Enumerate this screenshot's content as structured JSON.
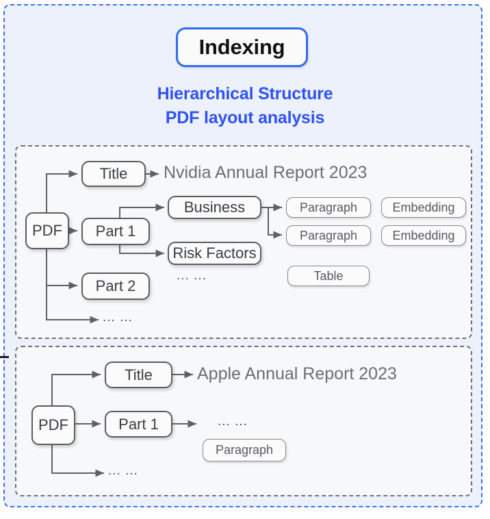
{
  "header": {
    "chip_label": "Indexing",
    "subtitle_line1": "Hierarchical Structure",
    "subtitle_line2": "PDF layout analysis"
  },
  "colors": {
    "outer_border": "#3b6ef5",
    "outer_background": "#edf1fb",
    "chip_border": "#2f6bf0",
    "subtitle_text": "#2f53f0",
    "panel_border": "#6f7175",
    "panel_background": "#f7f8fa",
    "node_border": "#5a5c60",
    "node_background": "#fbfbfb",
    "connector": "#5f6164",
    "muted_text": "#6d6e72"
  },
  "panels": [
    {
      "id": "nvidia-panel",
      "document_title": "Nvidia Annual Report 2023",
      "nodes": {
        "root": "PDF",
        "title": "Title",
        "part1": "Part 1",
        "part2": "Part 2",
        "business": "Business",
        "risk_factors": "Risk Factors",
        "paragraph_1": "Paragraph",
        "paragraph_2": "Paragraph",
        "embedding_1": "Embedding",
        "embedding_2": "Embedding",
        "table": "Table"
      },
      "ellipses": {
        "root_more": "∙∙∙ ∙∙∙",
        "part1_more": "∙∙∙ ∙∙∙"
      }
    },
    {
      "id": "apple-panel",
      "document_title": "Apple Annual Report 2023",
      "nodes": {
        "root": "PDF",
        "title": "Title",
        "part1": "Part 1",
        "paragraph_1": "Paragraph"
      },
      "ellipses": {
        "part1_more": "∙∙∙ ∙∙∙",
        "root_more": "∙∙∙ ∙∙∙"
      }
    }
  ]
}
